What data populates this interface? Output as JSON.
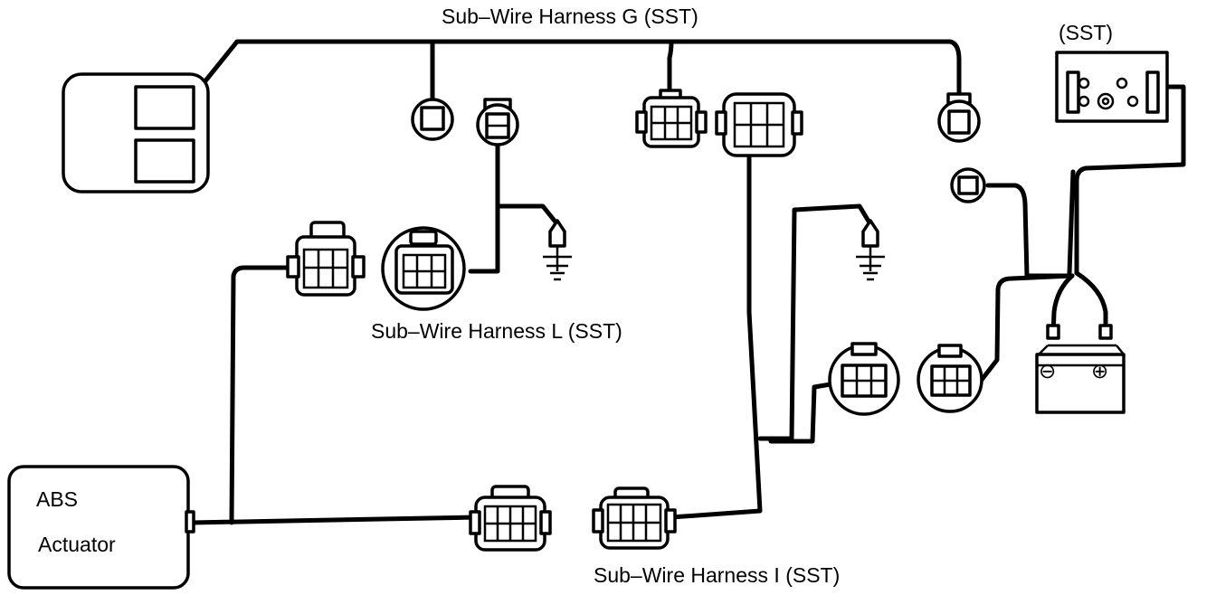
{
  "labels": {
    "harness_g": "Sub–Wire Harness G (SST)",
    "harness_l": "Sub–Wire Harness L (SST)",
    "harness_i": "Sub–Wire Harness I (SST)",
    "sst": "(SST)",
    "abs_line1": "ABS",
    "abs_line2": "Actuator",
    "battery_neg": "⊖",
    "battery_pos": "⊕"
  }
}
